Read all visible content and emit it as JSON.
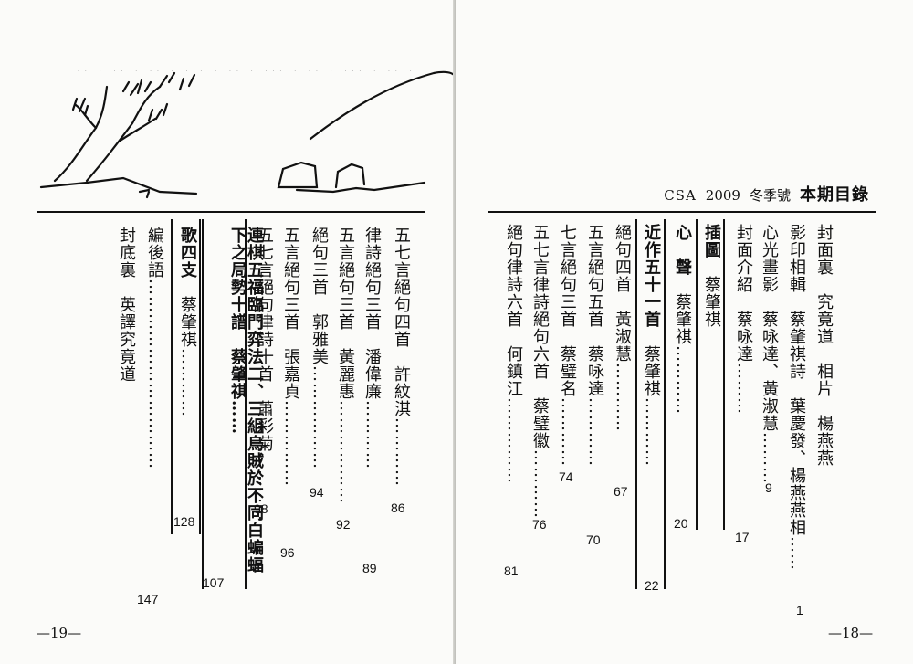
{
  "header": {
    "csa": "CSA",
    "year": "2009",
    "season": "冬季號",
    "main": "本期目錄"
  },
  "folio": {
    "left": "—19—",
    "right": "—18—"
  },
  "toc_right": [
    {
      "title": "封面裏　究竟道　相片　楊燕燕",
      "page": ""
    },
    {
      "title": "影印相輯　蔡肇祺詩　葉慶發、楊燕燕相",
      "page": "1"
    },
    {
      "title": "心光畫影　蔡咏達、黃淑慧",
      "page": "9"
    },
    {
      "title": "封面介紹　蔡咏達",
      "page": "17"
    },
    {
      "section": "插圖",
      "title": "蔡肇祺",
      "page": ""
    },
    {
      "section": "心　聲",
      "title": "蔡肇祺",
      "page": "20"
    },
    {
      "section": "近作五十一首",
      "title": "蔡肇祺",
      "page": "22"
    },
    {
      "title": "絕句四首　黃淑慧",
      "page": "67"
    },
    {
      "title": "五言絕句五首　蔡咏達",
      "page": "70"
    },
    {
      "title": "七言絕句三首　蔡璧名",
      "page": "74"
    },
    {
      "title": "五七言律詩絕句六首　蔡璧徽",
      "page": "76"
    },
    {
      "title": "絕句律詩六首　何鎮江",
      "page": "81"
    }
  ],
  "toc_left": [
    {
      "title": "五七言絕句四首　許紋淇",
      "page": "86"
    },
    {
      "title": "律詩絕句三首　潘偉廉",
      "page": "89"
    },
    {
      "title": "五言絕句三首　黃麗惠",
      "page": "92"
    },
    {
      "title": "絕句三首　郭雅美",
      "page": "94"
    },
    {
      "title": "五言絕句三首　張嘉貞",
      "page": "96"
    },
    {
      "title": "五七言絕句律詩十首　蕭彩菊",
      "page": "98"
    },
    {
      "section": "連棋五福臨門弈法二、三組烏賊於不同白蝙蝠下之局勢十譜",
      "title": "蔡肇祺",
      "page": "107"
    },
    {
      "section": "歌四支",
      "title": "蔡肇祺",
      "page": "128"
    },
    {
      "title": "編後語",
      "page": "147"
    },
    {
      "title": "封底裏　英譯究竟道",
      "page": ""
    }
  ]
}
